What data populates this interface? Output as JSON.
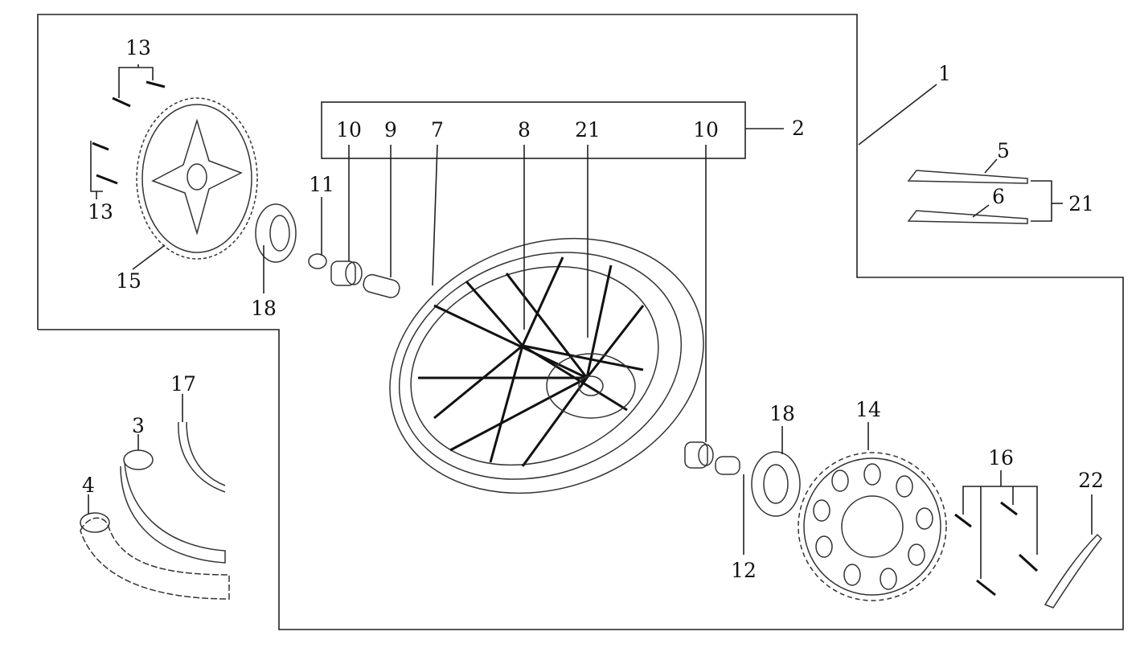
{
  "diagram": {
    "title": "Rear wheel exploded parts diagram",
    "labels": {
      "p1": "1",
      "p2": "2",
      "p3": "3",
      "p4": "4",
      "p5": "5",
      "p6": "6",
      "p7": "7",
      "p8": "8",
      "p9": "9",
      "p10a": "10",
      "p10b": "10",
      "p11": "11",
      "p12": "12",
      "p13a": "13",
      "p13b": "13",
      "p14": "14",
      "p15": "15",
      "p16": "16",
      "p17": "17",
      "p18a": "18",
      "p18b": "18",
      "p21a": "21",
      "p21b": "21",
      "p22": "22"
    }
  }
}
